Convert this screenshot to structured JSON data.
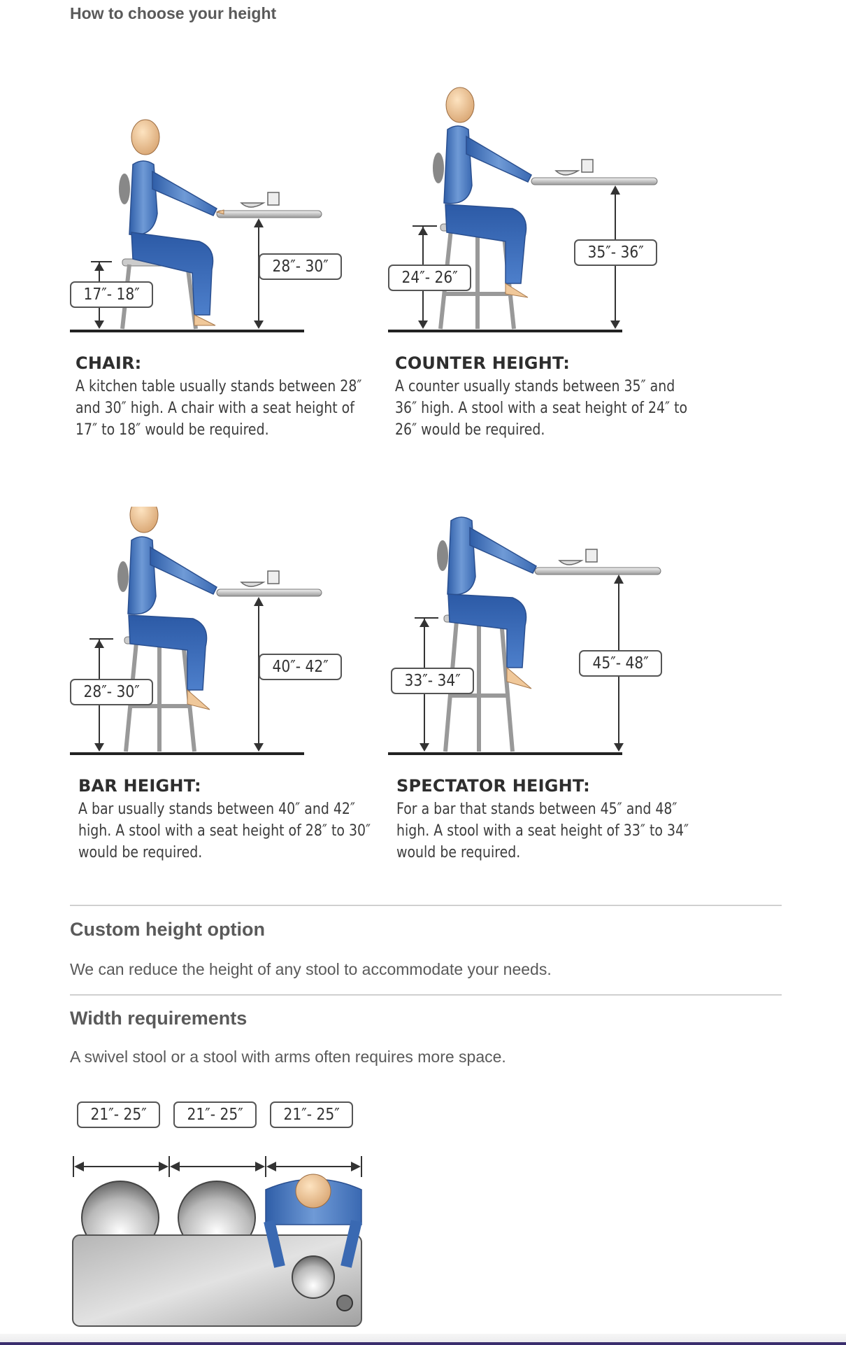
{
  "page_title": "How to choose your height",
  "panels": [
    {
      "id": "chair",
      "title": "CHAIR:",
      "text": "A kitchen table usually stands between 28″ and 30″ high. A chair with a seat height of 17″ to 18″ would be required.",
      "table_height_label": "28″- 30″",
      "seat_height_label": "17″- 18″",
      "stool": false
    },
    {
      "id": "counter",
      "title": "COUNTER HEIGHT:",
      "text": "A counter usually stands between 35″ and 36″ high. A stool with a seat height of 24″ to 26″ would be required.",
      "table_height_label": "35″- 36″",
      "seat_height_label": "24″- 26″",
      "stool": true
    },
    {
      "id": "bar",
      "title": "BAR HEIGHT:",
      "text": "A bar usually stands between 40″ and 42″ high. A stool with a seat height of 28″ to 30″ would be required.",
      "table_height_label": "40″- 42″",
      "seat_height_label": "28″- 30″",
      "stool": true
    },
    {
      "id": "spectator",
      "title": "SPECTATOR HEIGHT:",
      "text": "For a bar that stands between 45″ and 48″ high. A stool with a seat height of 33″ to 34″ would be required.",
      "table_height_label": "45″- 48″",
      "seat_height_label": "33″- 34″",
      "stool": true
    }
  ],
  "custom": {
    "title": "Custom height option",
    "text": "We can reduce the height of any stool to accommodate your needs."
  },
  "width": {
    "title": "Width requirements",
    "text": "A swivel stool or a stool with arms often requires more space.",
    "labels": [
      "21″- 25″",
      "21″- 25″",
      "21″- 25″"
    ]
  },
  "colors": {
    "shirt": "#4f7fc2",
    "pants": "#3668b8",
    "skin": "#f0c89a",
    "metal": "#c8c8c8",
    "accent_bar": "#3a2e6e"
  }
}
